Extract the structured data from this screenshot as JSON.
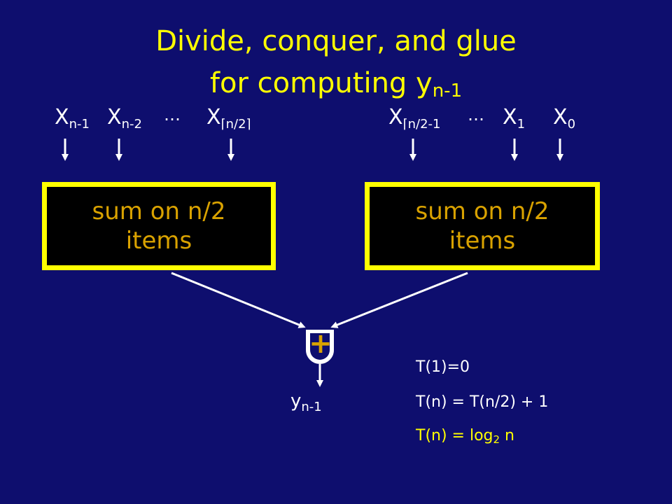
{
  "title": {
    "line1": "Divide, conquer, and glue",
    "line2_prefix": "for computing y",
    "line2_sub": "n-1"
  },
  "inputs_left": [
    {
      "base": "X",
      "sub": "n-1"
    },
    {
      "base": "X",
      "sub": "n-2"
    },
    {
      "ellipsis": "…"
    },
    {
      "base": "X",
      "sub": "n/2"
    }
  ],
  "inputs_right": [
    {
      "base": "X",
      "sub": "n/2-1"
    },
    {
      "ellipsis": "…"
    },
    {
      "base": "X",
      "sub": "1"
    },
    {
      "base": "X",
      "sub": "0"
    }
  ],
  "boxes": {
    "left_line1": "sum on n/2",
    "left_line2": "items",
    "right_line1": "sum on n/2",
    "right_line2": "items"
  },
  "adder": {
    "symbol": "+"
  },
  "output": {
    "base": "y",
    "sub": "n-1"
  },
  "recurrence": {
    "line1": "T(1)=0",
    "line2": "T(n) = T(n/2) + 1",
    "line3_prefix": "T(n) = log",
    "line3_sub": "2",
    "line3_suffix": " n"
  },
  "colors": {
    "background": "#0e0e6e",
    "title": "#ffff00",
    "box_border": "#ffff00",
    "box_text": "#d9a200",
    "arrow": "#ffffff"
  }
}
